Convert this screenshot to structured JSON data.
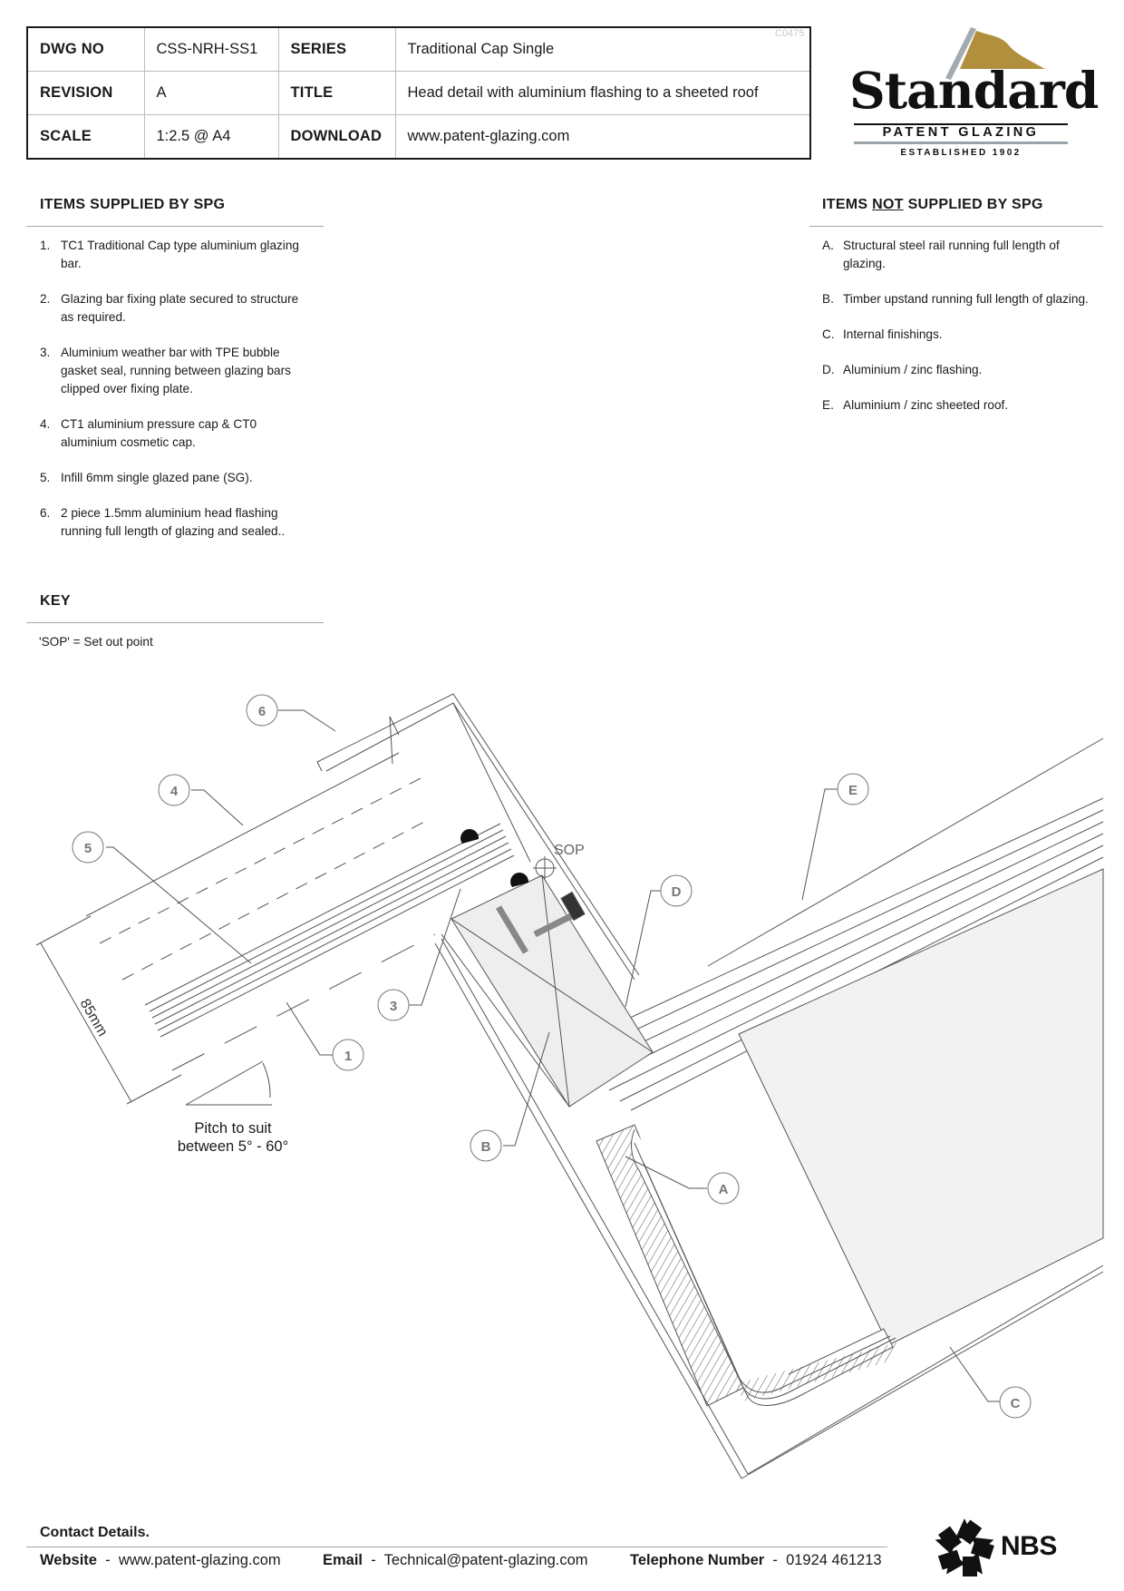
{
  "title_block": {
    "dwg_no_label": "DWG NO",
    "dwg_no": "CSS-NRH-SS1",
    "series_label": "SERIES",
    "series": "Traditional Cap Single",
    "revision_label": "REVISION",
    "revision": "A",
    "title_label": "TITLE",
    "title": "Head detail with aluminium flashing to a sheeted roof",
    "scale_label": "SCALE",
    "scale": "1:2.5 @ A4",
    "download_label": "DOWNLOAD",
    "download": "www.patent-glazing.com",
    "ref_code": "C0475"
  },
  "logo": {
    "wordmark": "Standard",
    "subtitle": "PATENT GLAZING",
    "established": "ESTABLISHED 1902",
    "flag_color": "#b0903d",
    "pole_color": "#a3abb0"
  },
  "supplied": {
    "heading": "ITEMS SUPPLIED BY SPG",
    "items": [
      {
        "num": "1.",
        "text": "TC1 Traditional Cap type aluminium glazing bar."
      },
      {
        "num": "2.",
        "text": "Glazing bar fixing plate secured to structure as required."
      },
      {
        "num": "3.",
        "text": "Aluminium weather bar with TPE bubble gasket seal, running between glazing bars clipped over fixing plate."
      },
      {
        "num": "4.",
        "text": "CT1 aluminium pressure cap & CT0 aluminium cosmetic cap."
      },
      {
        "num": "5.",
        "text": "Infill 6mm single glazed pane (SG)."
      },
      {
        "num": "6.",
        "text": "2 piece 1.5mm aluminium head flashing running full length of glazing and sealed.."
      }
    ]
  },
  "not_supplied": {
    "heading_pre": "ITEMS ",
    "heading_not": "NOT",
    "heading_post": " SUPPLIED BY SPG",
    "items": [
      {
        "num": "A.",
        "text": "Structural steel rail running full length of glazing."
      },
      {
        "num": "B.",
        "text": "Timber upstand running full length of glazing."
      },
      {
        "num": "C.",
        "text": "Internal finishings."
      },
      {
        "num": "D.",
        "text": "Aluminium / zinc flashing."
      },
      {
        "num": "E.",
        "text": "Aluminium / zinc sheeted roof."
      }
    ]
  },
  "key": {
    "heading": "KEY",
    "text": "'SOP' = Set out point"
  },
  "drawing": {
    "sop_label": "SOP",
    "dimension": "85mm",
    "pitch_line1": "Pitch to suit",
    "pitch_line2": "between 5° - 60°",
    "callouts": [
      "6",
      "4",
      "5",
      "1",
      "3",
      "B",
      "D",
      "E",
      "A",
      "C"
    ]
  },
  "footer": {
    "heading": "Contact Details.",
    "website_label": "Website",
    "website": "www.patent-glazing.com",
    "email_label": "Email",
    "email": "Technical@patent-glazing.com",
    "phone_label": "Telephone Number",
    "phone": "01924 461213",
    "sep": "-",
    "nbs": "NBS"
  }
}
